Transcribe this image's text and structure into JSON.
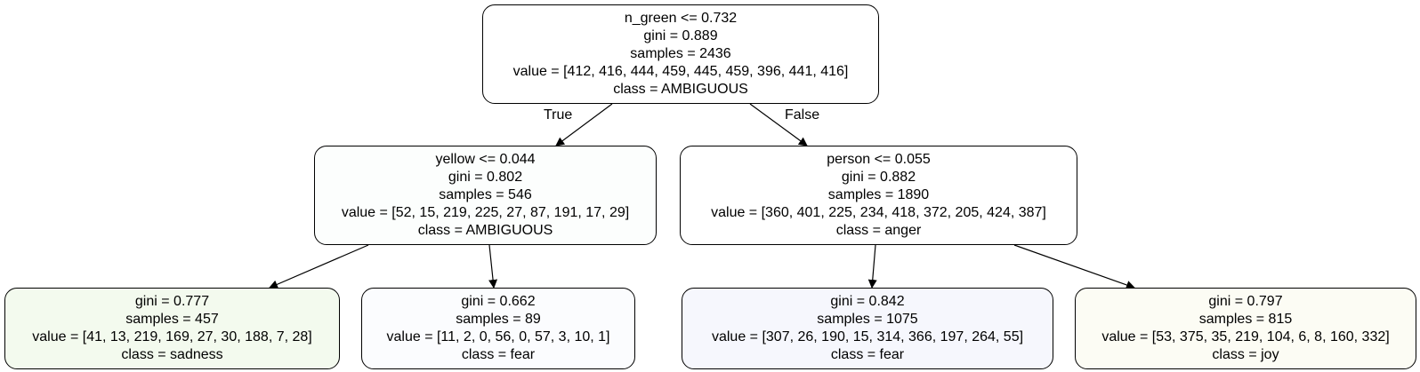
{
  "tree": {
    "root": {
      "split": "n_green <= 0.732",
      "gini": "gini = 0.889",
      "samples": "samples = 2436",
      "value": "value = [412, 416, 444, 459, 445, 459, 396, 441, 416]",
      "class": "class = AMBIGUOUS",
      "fill": "#ffffff"
    },
    "edge_labels": {
      "true": "True",
      "false": "False"
    },
    "left": {
      "split": "yellow <= 0.044",
      "gini": "gini = 0.802",
      "samples": "samples = 546",
      "value": "value = [52, 15, 219, 225, 27, 87, 191, 17, 29]",
      "class": "class = AMBIGUOUS",
      "fill": "#fcfefd"
    },
    "right": {
      "split": "person <= 0.055",
      "gini": "gini = 0.882",
      "samples": "samples = 1890",
      "value": "value = [360, 401, 225, 234, 418, 372, 205, 424, 387]",
      "class": "class = anger",
      "fill": "#ffffff"
    },
    "leaves": [
      {
        "gini": "gini = 0.777",
        "samples": "samples = 457",
        "value": "value = [41, 13, 219, 169, 27, 30, 188, 7, 28]",
        "class": "class = sadness",
        "fill": "#f3faee"
      },
      {
        "gini": "gini = 0.662",
        "samples": "samples = 89",
        "value": "value = [11, 2, 0, 56, 0, 57, 3, 10, 1]",
        "class": "class = fear",
        "fill": "#fbfcfe"
      },
      {
        "gini": "gini = 0.842",
        "samples": "samples = 1075",
        "value": "value = [307, 26, 190, 15, 314, 366, 197, 264, 55]",
        "class": "class = fear",
        "fill": "#f6f7fd"
      },
      {
        "gini": "gini = 0.797",
        "samples": "samples = 815",
        "value": "value = [53, 375, 35, 219, 104, 6, 8, 160, 332]",
        "class": "class = joy",
        "fill": "#fcfcf4"
      }
    ]
  }
}
